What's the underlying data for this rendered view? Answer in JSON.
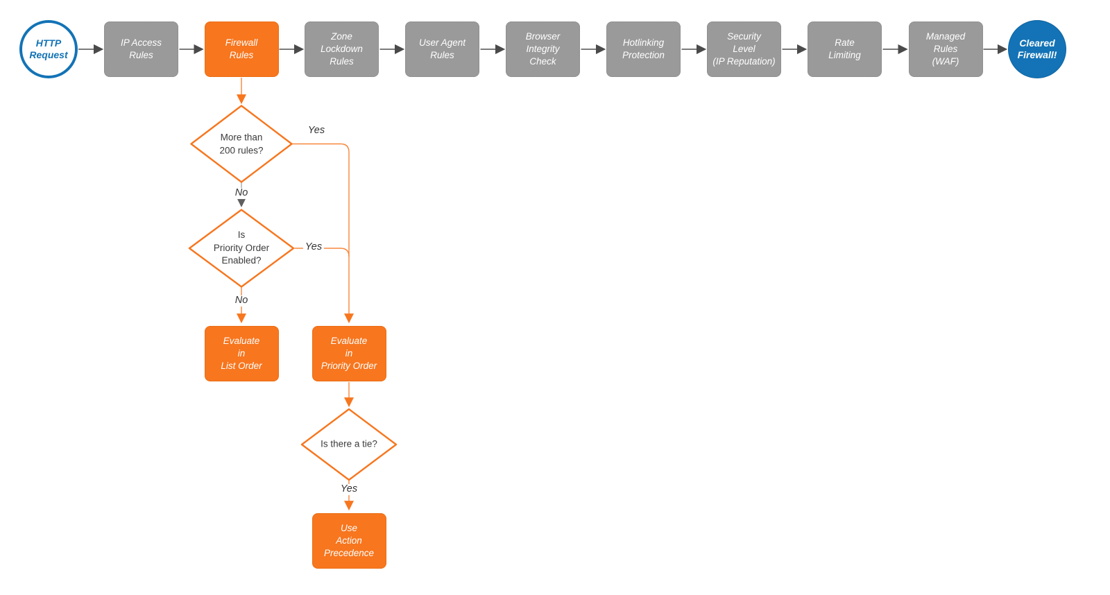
{
  "pipeline": {
    "start_label": "HTTP\nRequest",
    "stages": [
      {
        "label": "IP Access\nRules"
      },
      {
        "label": "Firewall\nRules"
      },
      {
        "label": "Zone\nLockdown\nRules"
      },
      {
        "label": "User Agent\nRules"
      },
      {
        "label": "Browser\nIntegrity\nCheck"
      },
      {
        "label": "Hotlinking\nProtection"
      },
      {
        "label": "Security\nLevel\n(IP Reputation)"
      },
      {
        "label": "Rate\nLimiting"
      },
      {
        "label": "Managed\nRules\n(WAF)"
      }
    ],
    "end_label": "Cleared\nFirewall!"
  },
  "decisions": {
    "more_than_200": {
      "question": "More than\n200 rules?",
      "yes_label": "Yes",
      "no_label": "No"
    },
    "priority_enabled": {
      "question": "Is\nPriority Order\nEnabled?",
      "yes_label": "Yes",
      "no_label": "No"
    },
    "tie": {
      "question": "Is there a tie?",
      "yes_label": "Yes"
    }
  },
  "outcomes": {
    "list_order": "Evaluate\nin\nList Order",
    "priority_order": "Evaluate\nin\nPriority Order",
    "action_precedence": "Use\nAction\nPrecedence"
  },
  "colors": {
    "orange": "#F7761E",
    "gray": "#9A9A9A",
    "blue": "#1373B6",
    "arrow_gray": "#4A4A4A"
  }
}
